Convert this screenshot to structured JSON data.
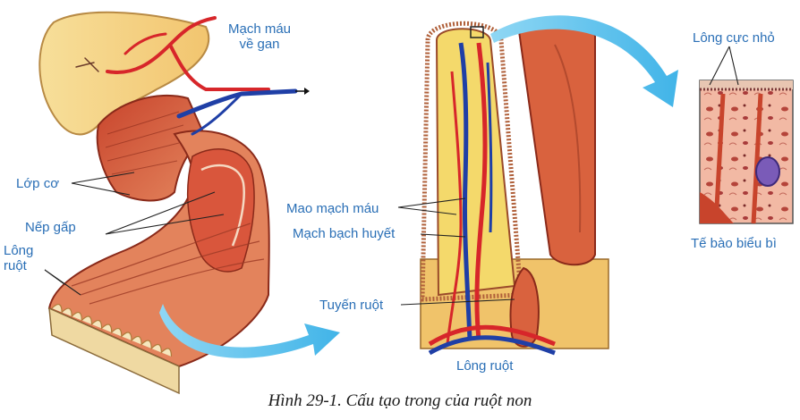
{
  "labels": {
    "blood_vessel_to_liver_line1": "Mạch máu",
    "blood_vessel_to_liver_line2": "về gan",
    "muscle_layer": "Lớp cơ",
    "folds": "Nếp gấp",
    "villi_left_line1": "Lông",
    "villi_left_line2": "ruột",
    "capillaries": "Mao mạch máu",
    "lymph_vessel": "Mạch bạch huyết",
    "intestinal_gland": "Tuyến ruột",
    "villus_bottom": "Lông ruột",
    "microvilli": "Lông cực nhỏ",
    "epithelial_cell": "Tế bào biểu bì"
  },
  "caption": "Hình 29-1. Cấu tạo trong của ruột non",
  "colors": {
    "label": "#2a6fb6",
    "arrow": "#5bc2ee",
    "tissue": "#e07a56",
    "vein": "#1f3fa6",
    "artery": "#d7262a",
    "lymph": "#f4d96b"
  }
}
